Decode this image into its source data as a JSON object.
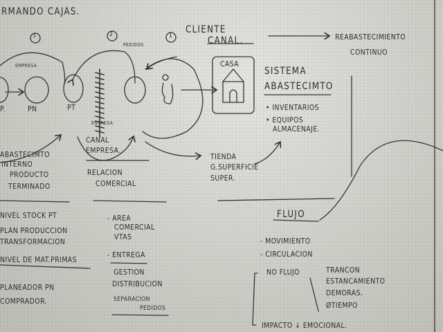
{
  "title": "RMANDO CAJAS.",
  "top": {
    "cliente": "CLIENTE",
    "canal": "CANAL.",
    "reabastecimiento": [
      "REABASTECIMIENTO",
      "CONTINUO"
    ]
  },
  "numbers": [
    "3",
    "2",
    "1"
  ],
  "labels": {
    "empresa": "EMPRESA",
    "pedidos": "PEDIDOS",
    "entrega": "ENTREGA",
    "p": "P.",
    "pn": "PN",
    "pt": "PT",
    "casa": "CASA"
  },
  "sistema": {
    "title": [
      "SISTEMA",
      "ABASTECIMTO"
    ],
    "items": [
      "• INVENTARIOS",
      "• EQUIPOS",
      "ALMACENAJE."
    ]
  },
  "col1": {
    "header": [
      "ABASTECIMTO",
      "INTERNO",
      "PRODUCTO",
      "TERMINADO"
    ],
    "items": [
      "NIVEL STOCK PT",
      "PLAN PRODUCCION",
      "TRANSFORMACION",
      "NIVEL DE MAT.PRIMAS"
    ],
    "roles": [
      "PLANEADOR PN",
      "COMPRADOR."
    ]
  },
  "col2": {
    "header": [
      "CANAL",
      "EMPRESA."
    ],
    "sub": [
      "RELACION",
      "COMERCIAL"
    ],
    "items": [
      "- AREA",
      "COMERCIAL",
      "VTAS",
      "- ENTREGA",
      "GESTION",
      "DISTRIBUCION",
      "SEPARACION",
      "PEDIDOS"
    ]
  },
  "col3": {
    "tienda": [
      "TIENDA",
      "G.SUPERFICIE",
      "SUPER."
    ]
  },
  "flujo": {
    "title": "FLUJO",
    "items": [
      "- MOVIMIENTO",
      "- CIRCULACION"
    ],
    "no_flujo": "NO FLUJO",
    "causes": [
      "TRANCON",
      "ESTANCAMIENTO",
      "DEMORAS.",
      "ØTIEMPO"
    ],
    "impacto": "IMPACTO ↓ EMOCIONAL."
  }
}
